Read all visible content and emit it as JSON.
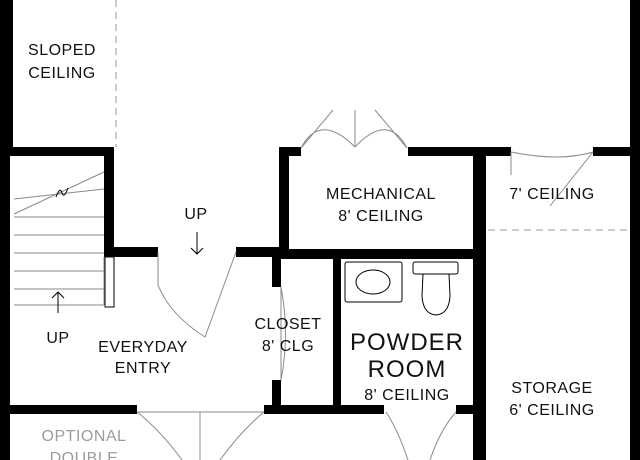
{
  "rooms": {
    "sloped_ceiling": [
      "SLOPED",
      "CEILING"
    ],
    "mechanical": [
      "MECHANICAL",
      "8' CEILING"
    ],
    "seven_ceiling": "7' CEILING",
    "closet": [
      "CLOSET",
      "8' CLG"
    ],
    "powder_room": [
      "POWDER",
      "ROOM",
      "8' CEILING"
    ],
    "everyday_entry": [
      "EVERYDAY",
      "ENTRY"
    ],
    "storage": [
      "STORAGE",
      "6' CEILING"
    ],
    "optional_double": [
      "OPTIONAL",
      "DOUBLE"
    ]
  },
  "stairs": {
    "up_main": "UP",
    "up_upper": "UP"
  }
}
